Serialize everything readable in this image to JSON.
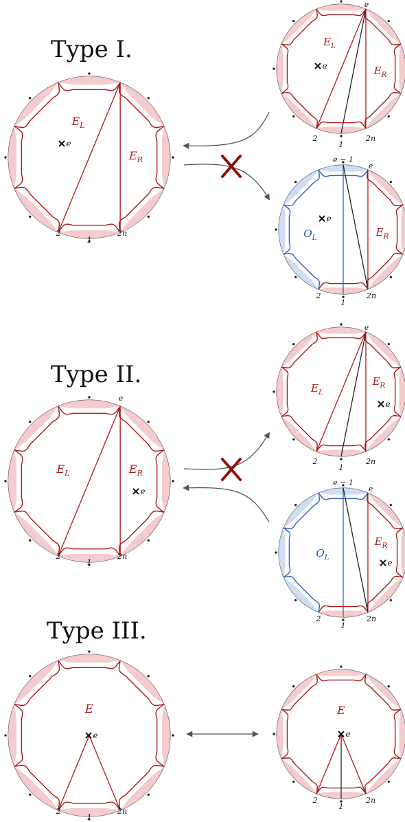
{
  "titles": {
    "type1": "Type I.",
    "type2": "Type II.",
    "type3": "Type III."
  },
  "labels": {
    "EL": "E_L",
    "ER": "E_R",
    "OL": "O_L",
    "E": "E",
    "e": "e",
    "e_minus_1": "e − 1",
    "v1": "1",
    "v2": "2",
    "v2n": "2n"
  },
  "colors": {
    "red_line": "#b01818",
    "red_fill": "#f3c7c9",
    "blue_line": "#2d63c4",
    "blue_fill": "#c9dbf2",
    "dark_x": "#8b1111",
    "circle": "#444444"
  },
  "diagrams": {
    "type1_main": {
      "region_left": "E_L",
      "region_right": "E_R",
      "marker": "e"
    },
    "type1_top": {
      "region_left": "E_L",
      "region_right": "E_R",
      "marker": "e"
    },
    "type1_bottom": {
      "region_left": "O_L",
      "region_right": "E_R",
      "marker": "e"
    },
    "type2_main": {
      "region_left": "E_L",
      "region_right": "E_R",
      "marker": "e"
    },
    "type2_top": {
      "region_left": "E_L",
      "region_right": "E_R",
      "marker": "e"
    },
    "type2_bottom": {
      "region_left": "O_L",
      "region_right": "E_R",
      "marker": "e"
    },
    "type3_main": {
      "region": "E",
      "marker": "e"
    },
    "type3_right": {
      "region": "E",
      "marker": "e"
    }
  },
  "relations": {
    "type1": [
      "allowed",
      "forbidden"
    ],
    "type2": [
      "forbidden",
      "allowed"
    ],
    "type3": [
      "bidirectional"
    ]
  }
}
